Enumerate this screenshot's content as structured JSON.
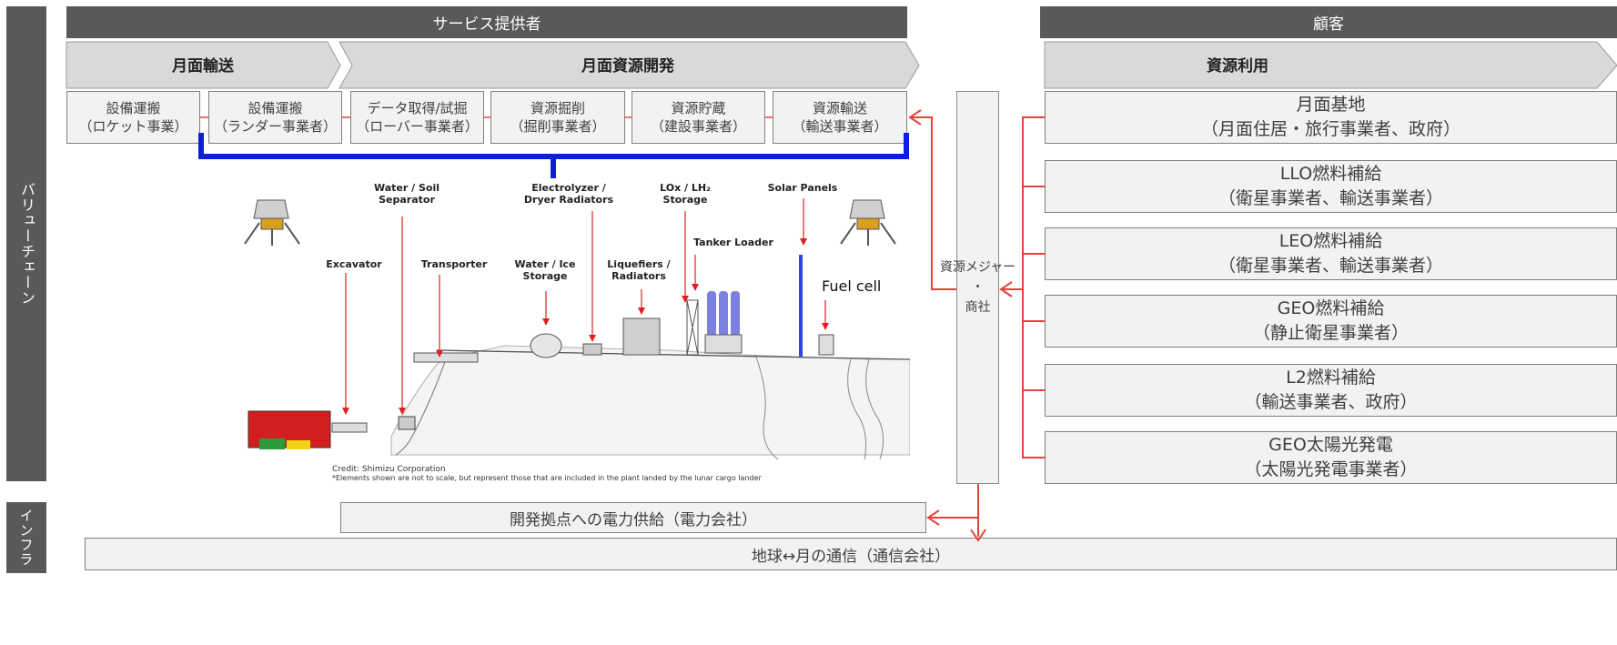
{
  "headers": {
    "provider": "サービス提供者",
    "customer": "顧客"
  },
  "side_labels": {
    "value_chain": "バリューチェーン",
    "infra": "インフラ"
  },
  "chevrons": {
    "lunar_transport": "月面輸送",
    "lunar_resource_dev": "月面資源開発",
    "resource_use": "資源利用"
  },
  "stages": [
    {
      "title": "設備運搬",
      "sub": "（ロケット事業）"
    },
    {
      "title": "設備運搬",
      "sub": "（ランダー事業者）"
    },
    {
      "title": "データ取得/試掘",
      "sub": "（ローバー事業者）"
    },
    {
      "title": "資源掘削",
      "sub": "（掘削事業者）"
    },
    {
      "title": "資源貯蔵",
      "sub": "（建設事業者）"
    },
    {
      "title": "資源輸送",
      "sub": "（輸送事業者）"
    }
  ],
  "major": {
    "line1": "資源メジャー",
    "line2": "・",
    "line3": "商社"
  },
  "customers": [
    {
      "title": "月面基地",
      "sub": "（月面住居・旅行事業者、政府）"
    },
    {
      "title": "LLO燃料補給",
      "sub": "（衛星事業者、輸送事業者）"
    },
    {
      "title": "LEO燃料補給",
      "sub": "（衛星事業者、輸送事業者）"
    },
    {
      "title": "GEO燃料補給",
      "sub": "（静止衛星事業者）"
    },
    {
      "title": "L2燃料補給",
      "sub": "（輸送事業者、政府）"
    },
    {
      "title": "GEO太陽光発電",
      "sub": "（太陽光発電事業者）"
    }
  ],
  "infra_boxes": {
    "power": "開発拠点への電力供給（電力会社）",
    "comm": "地球↔月の通信（通信会社）"
  },
  "illustration": {
    "labels": {
      "excavator": "Excavator",
      "water_soil_1": "Water / Soil",
      "water_soil_2": "Separator",
      "transporter": "Transporter",
      "water_ice_1": "Water / Ice",
      "water_ice_2": "Storage",
      "electrolyzer_1": "Electrolyzer /",
      "electrolyzer_2": "Dryer Radiators",
      "liquefiers_1": "Liquefiers /",
      "liquefiers_2": "Radiators",
      "lox_1": "LOx / LH₂",
      "lox_2": "Storage",
      "tanker": "Tanker Loader",
      "solar": "Solar Panels",
      "fuel_cell": "Fuel cell"
    },
    "credit": "Credit: Shimizu Corporation",
    "note": "*Elements shown are not to scale, but represent those that are included in the plant landed by the lunar cargo lander"
  },
  "colors": {
    "dark": "#595959",
    "chevron": "#d9d9d9",
    "box": "#f2f2f2",
    "arrow_red": "#e8413a",
    "bracket_blue": "#0b1fd6"
  }
}
